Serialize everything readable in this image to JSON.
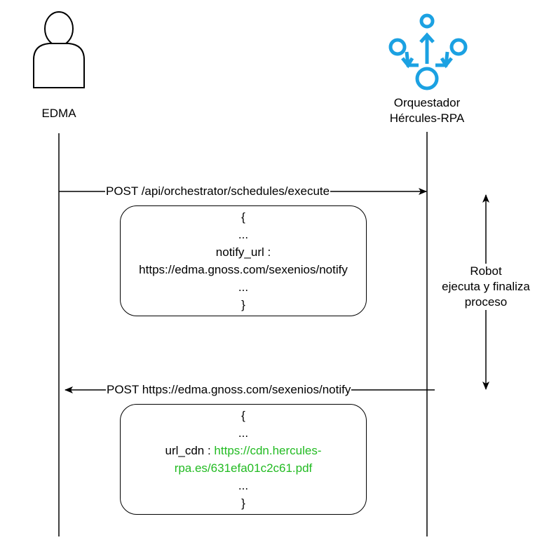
{
  "colors": {
    "line": "#000000",
    "orchestrator_icon": "#1ba1e2",
    "link": "#22bb22"
  },
  "icons": {
    "edma": "user-icon",
    "orchestrator": "orchestrator-icon"
  },
  "actors": {
    "edma": {
      "label": "EDMA"
    },
    "orchestrator": {
      "label_line1": "Orquestador",
      "label_line2": "Hércules-RPA"
    }
  },
  "messages": {
    "execute": {
      "label": "POST /api/orchestrator/schedules/execute"
    },
    "notify": {
      "label": "POST https://edma.gnoss.com/sexenios/notify"
    }
  },
  "notes": {
    "execute_body": {
      "open": "{",
      "ellipsis_top": "...",
      "key": "notify_url :",
      "value": "https://edma.gnoss.com/sexenios/notify",
      "ellipsis_bottom": "...",
      "close": "}"
    },
    "notify_body": {
      "open": "{",
      "ellipsis_top": "...",
      "key": "url_cdn : ",
      "value_line1": "https://cdn.hercules-",
      "value_line2": "rpa.es/631efa01c2c61.pdf",
      "ellipsis_bottom": "...",
      "close": "}"
    }
  },
  "process": {
    "line1": "Robot",
    "line2": "ejecuta y finaliza",
    "line3": "proceso"
  }
}
